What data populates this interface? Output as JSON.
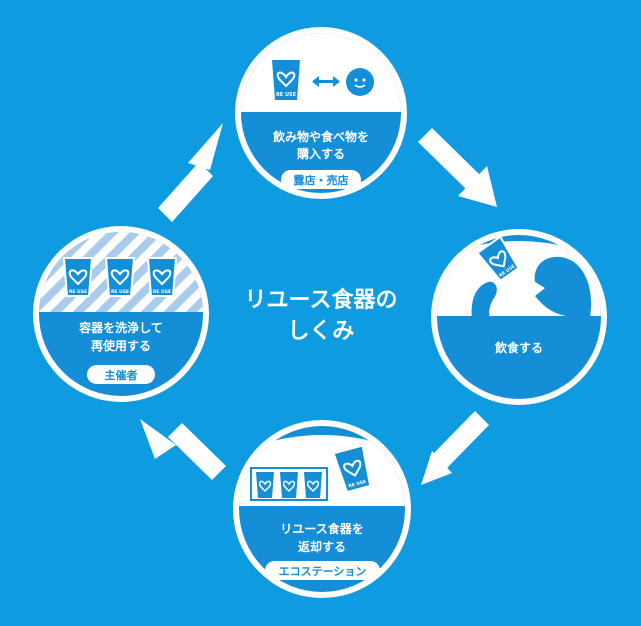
{
  "colors": {
    "background": "#0F9BE0",
    "circle_fill": "#158ED8",
    "white": "#FFFFFF",
    "stripe": "#A9CCEC"
  },
  "center_title": {
    "line1": "リユース食器の",
    "line2": "しくみ"
  },
  "nodes": {
    "top": {
      "line1": "飲み物や食べ物を",
      "line2": "購入する",
      "tag": "露店・売店",
      "cup_label": "RE USE"
    },
    "right": {
      "line1": "飲食する",
      "cup_label": "RE USE"
    },
    "bottom": {
      "line1": "リユース食器を",
      "line2": "返却する",
      "tag": "エコステーション",
      "cup_label": "RE USE"
    },
    "left": {
      "line1": "容器を洗浄して",
      "line2": "再使用する",
      "tag": "主催者",
      "cup_label": "RE USE"
    }
  }
}
